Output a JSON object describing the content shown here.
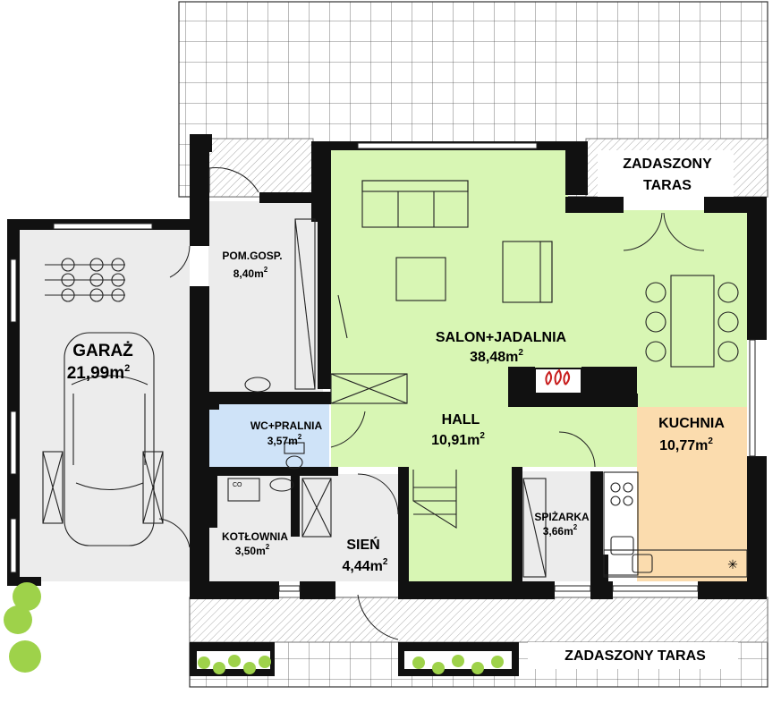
{
  "rooms": {
    "garaz": {
      "name": "GARAŻ",
      "area": "21,99m",
      "sup": "2"
    },
    "pom_gosp": {
      "name": "POM.GOSP.",
      "area": "8,40m",
      "sup": "2"
    },
    "salon": {
      "name": "SALON+JADALNIA",
      "area": "38,48m",
      "sup": "2"
    },
    "hall": {
      "name": "HALL",
      "area": "10,91m",
      "sup": "2"
    },
    "kuchnia": {
      "name": "KUCHNIA",
      "area": "10,77m",
      "sup": "2"
    },
    "wc": {
      "name": "WC+PRALNIA",
      "area": "3,57m",
      "sup": "2"
    },
    "kotlownia": {
      "name": "KOTŁOWNIA",
      "area": "3,50m",
      "sup": "2"
    },
    "sien": {
      "name": "SIEŃ",
      "area": "4,44m",
      "sup": "2"
    },
    "spizarka": {
      "name": "SPIŻARKA",
      "area": "3,66m",
      "sup": "2"
    }
  },
  "terraces": {
    "top_line1": "ZADASZONY",
    "top_line2": "TARAS",
    "bottom": "ZADASZONY TARAS"
  },
  "symbols": {
    "boiler": "CO"
  },
  "colors": {
    "living": "#d8f6b4",
    "kitchen": "#fbdcae",
    "wc": "#cfe3f8",
    "garage": "#ececec",
    "service": "#ececec",
    "wall": "#111111",
    "plant": "#9ed24a"
  }
}
